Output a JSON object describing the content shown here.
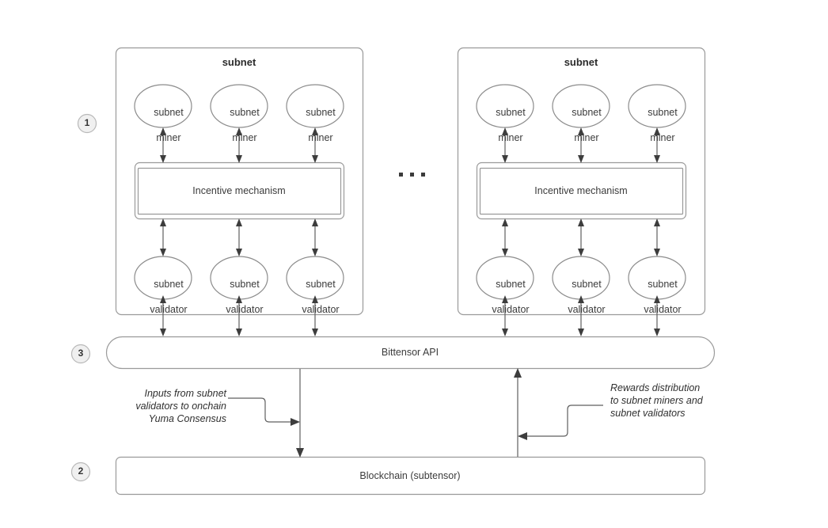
{
  "diagram": {
    "title": "Bittensor subnet architecture",
    "colors": {
      "stroke": "#8c8c8c",
      "text": "#3b3b3b",
      "marker_fill": "#f0f0f0",
      "background": "#ffffff"
    },
    "markers": [
      {
        "id": "marker-1",
        "label": "1"
      },
      {
        "id": "marker-3",
        "label": "3"
      },
      {
        "id": "marker-2",
        "label": "2"
      }
    ],
    "subnets": [
      {
        "id": "subnet-left",
        "title": "subnet",
        "miners": [
          {
            "line1": "subnet",
            "line2": "miner"
          },
          {
            "line1": "subnet",
            "line2": "miner"
          },
          {
            "line1": "subnet",
            "line2": "miner"
          }
        ],
        "mechanism": {
          "label": "Incentive mechanism"
        },
        "validators": [
          {
            "line1": "subnet",
            "line2": "validator"
          },
          {
            "line1": "subnet",
            "line2": "validator"
          },
          {
            "line1": "subnet",
            "line2": "validator"
          }
        ]
      },
      {
        "id": "subnet-right",
        "title": "subnet",
        "miners": [
          {
            "line1": "subnet",
            "line2": "miner"
          },
          {
            "line1": "subnet",
            "line2": "miner"
          },
          {
            "line1": "subnet",
            "line2": "miner"
          }
        ],
        "mechanism": {
          "label": "Incentive mechanism"
        },
        "validators": [
          {
            "line1": "subnet",
            "line2": "validator"
          },
          {
            "line1": "subnet",
            "line2": "validator"
          },
          {
            "line1": "subnet",
            "line2": "validator"
          }
        ]
      }
    ],
    "ellipsis": "...",
    "bars": [
      {
        "id": "bittensor-api",
        "label": "Bittensor API"
      },
      {
        "id": "blockchain",
        "label": "Blockchain (subtensor)"
      }
    ],
    "annotations": [
      {
        "id": "inputs-annotation",
        "text": "Inputs from subnet validators to onchain Yuma Consensus",
        "align": "right"
      },
      {
        "id": "rewards-annotation",
        "text": "Rewards distribution to subnet miners and subnet validators",
        "align": "left"
      }
    ]
  }
}
